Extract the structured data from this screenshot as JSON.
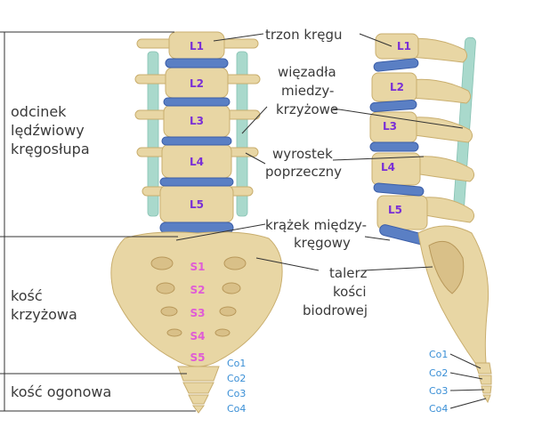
{
  "regions": {
    "lumbar": [
      "odcinek",
      "lędźwiowy",
      "kręgosłupa"
    ],
    "sacrum": [
      "kość",
      "krzyżowa"
    ],
    "coccyx": "kość ogonowa"
  },
  "callouts": {
    "vertebral_body": "trzon kręgu",
    "ligaments": [
      "więzadła",
      "miedzy-",
      "krzyżowe"
    ],
    "transverse_process": [
      "wyrostek",
      "poprzeczny"
    ],
    "disc": [
      "krążek między-",
      "kręgowy"
    ],
    "iliac": [
      "talerz",
      "kości",
      "biodrowej"
    ]
  },
  "lumbar_labels": [
    "L1",
    "L2",
    "L3",
    "L4",
    "L5"
  ],
  "sacral_labels": [
    "S1",
    "S2",
    "S3",
    "S4",
    "S5"
  ],
  "coccygeal_labels": [
    "Co1",
    "Co2",
    "Co3",
    "Co4"
  ],
  "colors": {
    "lumbar_label": "#7a2fd6",
    "sacral_label": "#e05cd6",
    "coccygeal_label": "#3a8fd6",
    "bone": "#e8d6a4",
    "disc": "#5a7fc4",
    "ligament": "#a9d9cc"
  }
}
